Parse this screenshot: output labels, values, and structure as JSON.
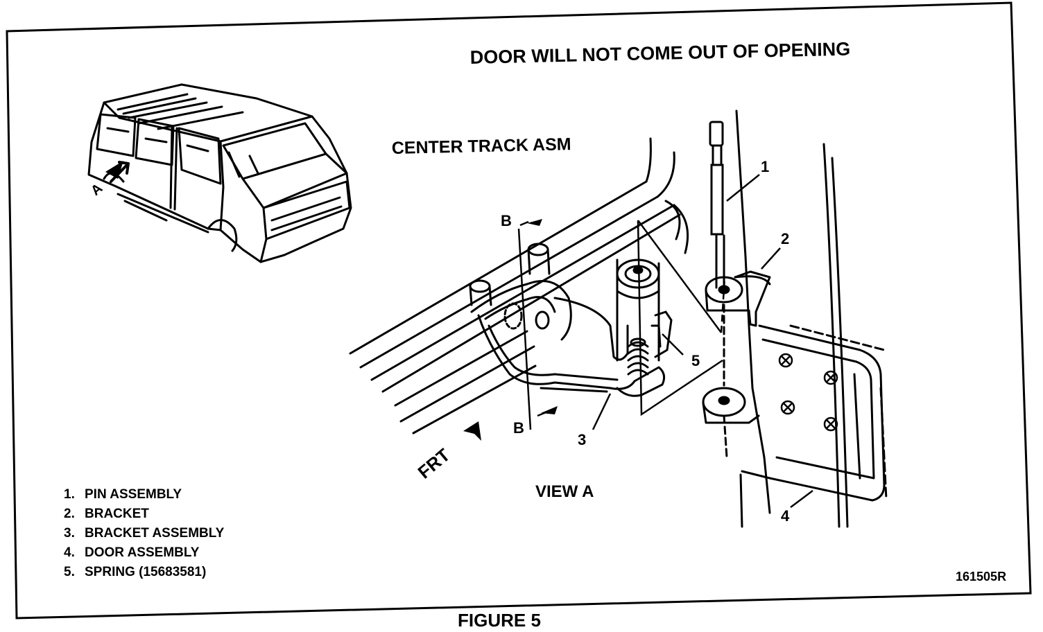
{
  "header": {
    "title": "DOOR WILL NOT COME OUT OF OPENING",
    "subtitle": "CENTER TRACK ASM"
  },
  "view": {
    "label": "VIEW A",
    "arrow_label": "A",
    "section_label_top": "B",
    "section_label_bottom": "B",
    "front_label": "FRT"
  },
  "callouts": [
    "1",
    "2",
    "3",
    "4",
    "5"
  ],
  "legend": [
    {
      "num": "1.",
      "text": "PIN ASSEMBLY"
    },
    {
      "num": "2.",
      "text": "BRACKET"
    },
    {
      "num": "3.",
      "text": "BRACKET ASSEMBLY"
    },
    {
      "num": "4.",
      "text": "DOOR ASSEMBLY"
    },
    {
      "num": "5.",
      "text": "SPRING (15683581)"
    }
  ],
  "figure_caption": "FIGURE 5",
  "drawing_id": "161505R",
  "icons": [
    "van-illustration-icon",
    "arrow-icon",
    "screw-icon",
    "spring-icon"
  ]
}
